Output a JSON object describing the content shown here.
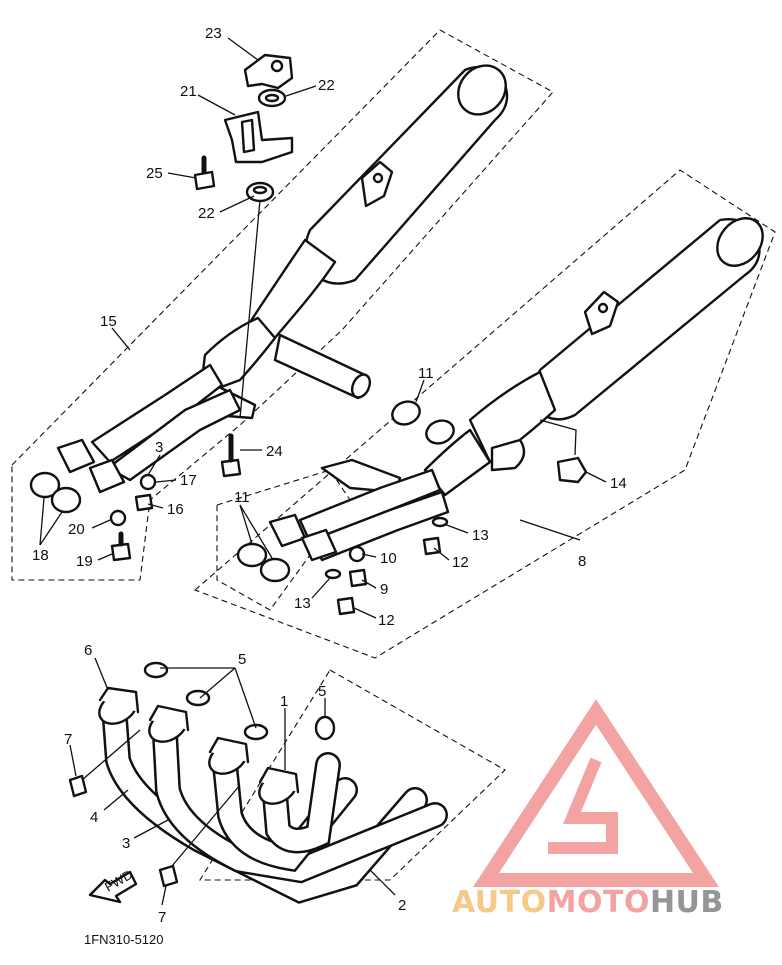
{
  "diagram": {
    "callouts": [
      {
        "id": "c23",
        "label": "23"
      },
      {
        "id": "c22a",
        "label": "22"
      },
      {
        "id": "c21",
        "label": "21"
      },
      {
        "id": "c25",
        "label": "25"
      },
      {
        "id": "c22b",
        "label": "22"
      },
      {
        "id": "c15",
        "label": "15"
      },
      {
        "id": "c11a",
        "label": "11"
      },
      {
        "id": "c14",
        "label": "14"
      },
      {
        "id": "c24",
        "label": "24"
      },
      {
        "id": "c3a",
        "label": "3"
      },
      {
        "id": "c17",
        "label": "17"
      },
      {
        "id": "c16",
        "label": "16"
      },
      {
        "id": "c20",
        "label": "20"
      },
      {
        "id": "c18",
        "label": "18"
      },
      {
        "id": "c19",
        "label": "19"
      },
      {
        "id": "c11b",
        "label": "11"
      },
      {
        "id": "c13a",
        "label": "13"
      },
      {
        "id": "c12a",
        "label": "12"
      },
      {
        "id": "c10",
        "label": "10"
      },
      {
        "id": "c8",
        "label": "8"
      },
      {
        "id": "c9",
        "label": "9"
      },
      {
        "id": "c13b",
        "label": "13"
      },
      {
        "id": "c12b",
        "label": "12"
      },
      {
        "id": "c6",
        "label": "6"
      },
      {
        "id": "c5a",
        "label": "5"
      },
      {
        "id": "c5b",
        "label": "5"
      },
      {
        "id": "c1",
        "label": "1"
      },
      {
        "id": "c7a",
        "label": "7"
      },
      {
        "id": "c4",
        "label": "4"
      },
      {
        "id": "c3b",
        "label": "3"
      },
      {
        "id": "c2",
        "label": "2"
      },
      {
        "id": "c7b",
        "label": "7"
      }
    ],
    "front_arrow_label": "FWD",
    "drawing_code": "1FN310-5120"
  },
  "watermark": {
    "brand_left": "AUTO",
    "brand_mid": "MOTO",
    "brand_right": "HUB",
    "color_primary": "#f39a9a",
    "color_secondary": "#f5c47a",
    "color_dark": "#8a8a8a"
  }
}
